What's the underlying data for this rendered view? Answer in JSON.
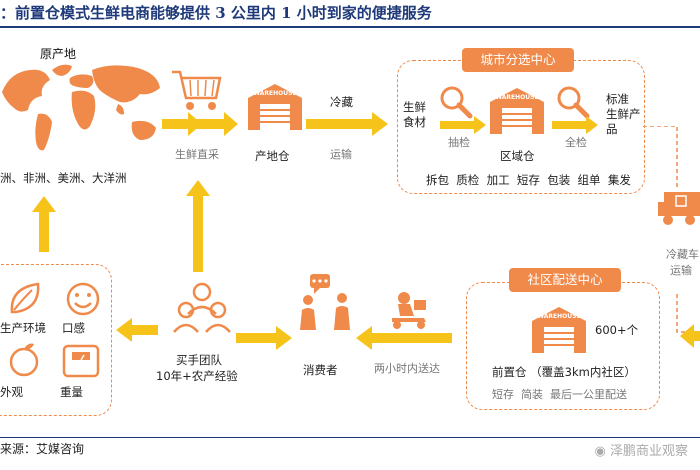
{
  "title": "：前置仓模式生鲜电商能够提供 3 公里内 1 小时到家的便捷服务",
  "source": "来源：艾媒咨询",
  "watermark": "泽鹏商业观察",
  "colors": {
    "accent": "#f08a4b",
    "arrow": "#f5c31a",
    "title": "#1f3a7a"
  },
  "origin": {
    "label": "原产地",
    "continents": "洲、非洲、美洲、大洋洲"
  },
  "flow1": {
    "label": "生鲜直采"
  },
  "origin_warehouse": {
    "label": "产地仓",
    "badge": "WAREHOUSE"
  },
  "flow2": {
    "top": "冷藏",
    "bottom": "运输"
  },
  "city_center": {
    "title": "城市分选中心",
    "input": "生鲜\n食材",
    "check1": "抽检",
    "warehouse": "区域仓",
    "check2": "全检",
    "output": "标准\n生鲜产\n品",
    "steps": "拆包  质检  加工  短存  包装  组单  集发"
  },
  "truck": {
    "top": "冷藏车",
    "bottom": "运输"
  },
  "community_center": {
    "title": "社区配送中心",
    "count": "600+个",
    "warehouse": "前置仓 （覆盖3km内社区）",
    "steps": "短存  简装  最后一公里配送"
  },
  "delivery": {
    "label": "两小时内送达"
  },
  "consumer": {
    "label": "消费者"
  },
  "buyer_team": {
    "line1": "买手团队",
    "line2": "10年+农产经验"
  },
  "criteria": [
    {
      "label": "生产环境",
      "icon": "leaf-icon"
    },
    {
      "label": "口感",
      "icon": "face-icon"
    },
    {
      "label": "外观",
      "icon": "orange-icon"
    },
    {
      "label": "重量",
      "icon": "scale-icon"
    }
  ]
}
